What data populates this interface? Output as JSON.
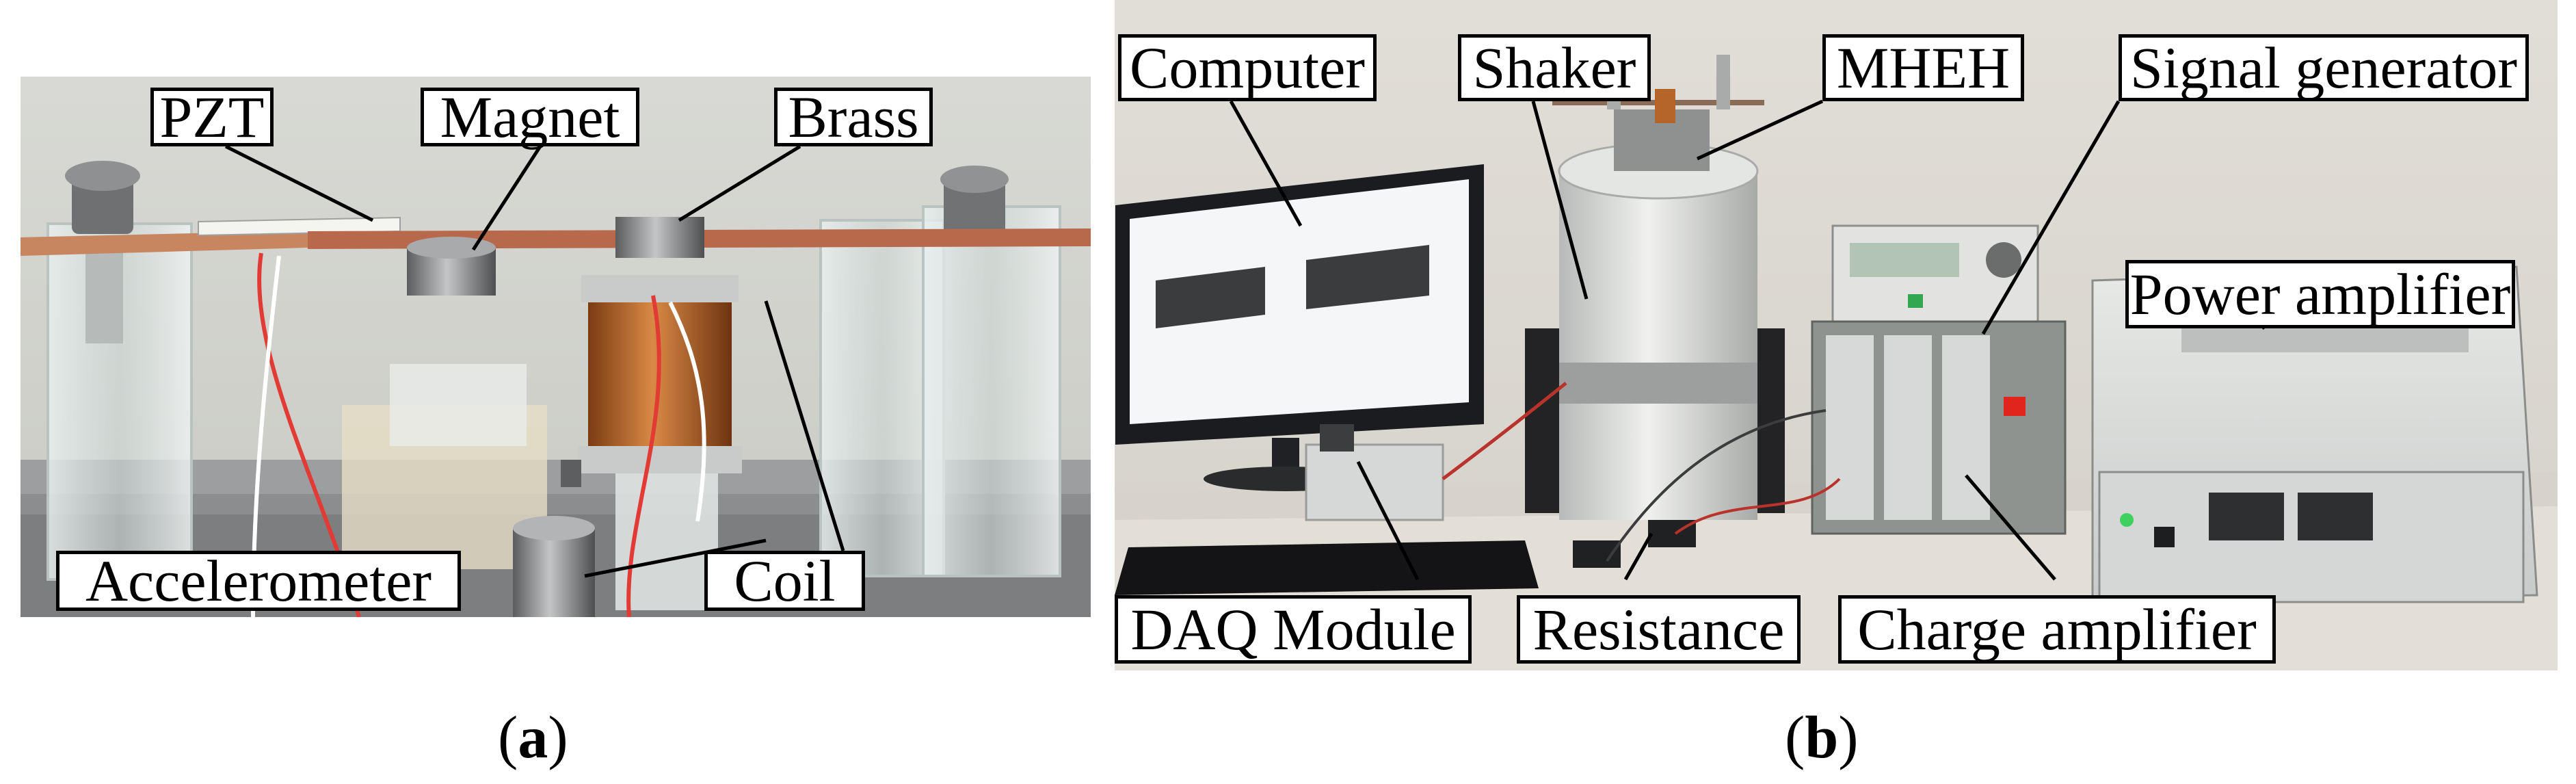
{
  "panel_a": {
    "labels": {
      "pzt": "PZT",
      "magnet": "Magnet",
      "brass": "Brass",
      "accelerometer": "Accelerometer",
      "coil": "Coil"
    },
    "caption": {
      "open": "(",
      "letter": "a",
      "close": ")"
    }
  },
  "panel_b": {
    "labels": {
      "computer": "Computer",
      "shaker": "Shaker",
      "mheh": "MHEH",
      "signal_generator": "Signal generator",
      "power_amplifier": "Power amplifier",
      "daq_module": "DAQ Module",
      "resistance": "Resistance",
      "charge_amplifier": "Charge amplifier"
    },
    "caption": {
      "open": "(",
      "letter": "b",
      "close": ")"
    }
  },
  "colors": {
    "label_border": "#000000",
    "label_fill": "#ffffff",
    "copper_coil": "#b5652a",
    "brass_strip": "#b46a4c",
    "wall": "#d9d6cf"
  }
}
